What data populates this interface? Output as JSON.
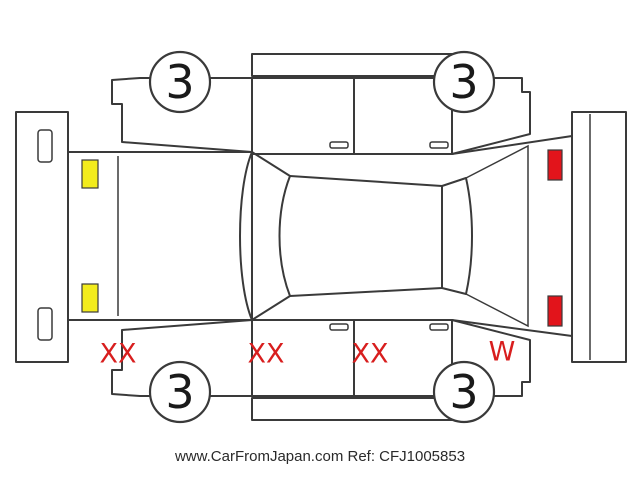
{
  "colors": {
    "outline": "#3a3a3a",
    "damage_mark": "#d81e1e",
    "front_lamp": "#f3ec1c",
    "rear_lamp": "#e2141b"
  },
  "wheels": {
    "front_left": "3",
    "rear_left": "3",
    "front_right": "3",
    "rear_right": "3"
  },
  "damage_marks": {
    "front_left_fender": "XX",
    "front_left_door": "XX",
    "rear_left_door": "XX",
    "rear_left_quarter": "W"
  },
  "footer": {
    "text": "www.CarFromJapan.com Ref: CFJ1005853"
  }
}
